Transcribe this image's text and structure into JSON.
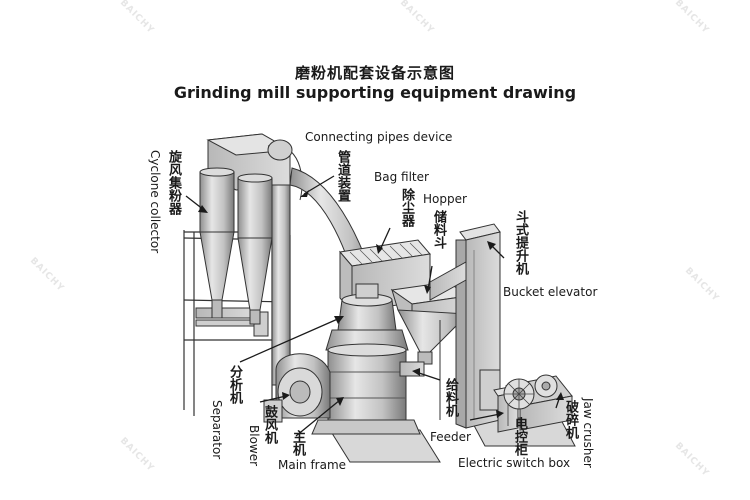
{
  "title_cn": "磨粉机配套设备示意图",
  "title_en": "Grinding mill supporting equipment drawing",
  "watermark": "BAICHY",
  "labels": {
    "connecting_pipes_en": "Connecting pipes device",
    "connecting_pipes_cn": "管道装置",
    "bag_filter_en": "Bag filter",
    "bag_filter_cn": "除尘器",
    "hopper_en": "Hopper",
    "hopper_cn": "储料斗",
    "bucket_elevator_cn": "斗式提升机",
    "bucket_elevator_en": "Bucket elevator",
    "cyclone_cn": "旋风集粉器",
    "cyclone_en": "Cyclone collector",
    "separator_cn": "分析机",
    "separator_en": "Separator",
    "blower_cn": "鼓风机",
    "blower_en": "Blower",
    "main_frame_cn": "主机",
    "main_frame_en": "Main frame",
    "feeder_cn": "给料机",
    "feeder_en": "Feeder",
    "switch_box_cn": "电控柜",
    "switch_box_en": "Electric switch box",
    "jaw_crusher_cn": "破碎机",
    "jaw_crusher_en": "Jaw crusher"
  },
  "colors": {
    "metal": "#d4d4d4",
    "metal_dark": "#9c9c9c",
    "outline": "#333333"
  }
}
